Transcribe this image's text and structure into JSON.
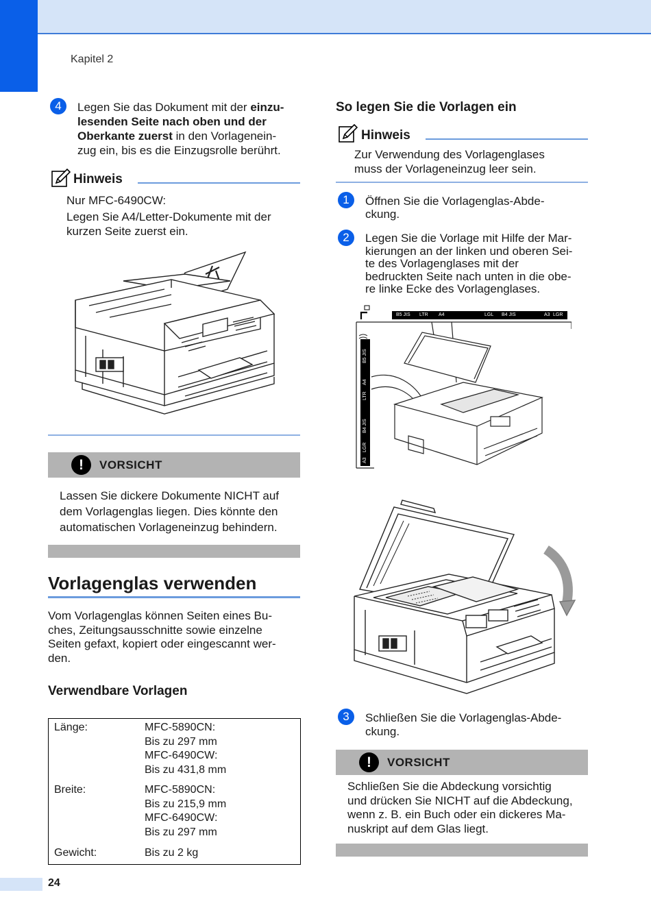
{
  "header": {
    "chapter": "Kapitel 2"
  },
  "left": {
    "step4": {
      "number": "4",
      "t1": "Legen Sie das Dokument mit der ",
      "b1": "einzu-",
      "b2": "lesenden Seite nach oben und der",
      "b3": "Oberkante zuerst",
      "t2": " in den Vorlagenein-",
      "t3": "zug ein, bis es die Einzugsrolle berührt."
    },
    "hint": {
      "title": "Hinweis",
      "line1": "Nur MFC-6490CW:",
      "line2": "Legen Sie A4/Letter-Dokumente mit der",
      "line3": "kurzen Seite zuerst ein."
    },
    "caution": {
      "label": "VORSICHT",
      "l1": "Lassen Sie dickere Dokumente NICHT auf",
      "l2": "dem Vorlagenglas liegen. Dies könnte den",
      "l3": "automatischen Vorlageneinzug behindern."
    },
    "section_title": "Vorlagenglas verwenden",
    "section_p": {
      "l1": "Vom Vorlagenglas können Seiten eines Bu-",
      "l2": "ches, Zeitungsausschnitte sowie einzelne",
      "l3": "Seiten gefaxt, kopiert oder eingescannt wer-",
      "l4": "den."
    },
    "usable_title": "Verwendbare Vorlagen",
    "table": [
      {
        "key": "Länge:",
        "v1": "MFC-5890CN:",
        "v2": "Bis zu 297 mm",
        "v3": "MFC-6490CW:",
        "v4": "Bis zu 431,8 mm"
      },
      {
        "key": "Breite:",
        "v1": "MFC-5890CN:",
        "v2": "Bis zu 215,9 mm",
        "v3": "MFC-6490CW:",
        "v4": "Bis zu 297 mm"
      },
      {
        "key": "Gewicht:",
        "v1": "Bis zu 2 kg"
      }
    ]
  },
  "right": {
    "title": "So legen Sie die Vorlagen ein",
    "hint": {
      "title": "Hinweis",
      "l1": "Zur Verwendung des Vorlagenglases",
      "l2": "muss der Vorlageneinzug leer sein."
    },
    "step1": {
      "number": "1",
      "l1": "Öffnen Sie die Vorlagenglas-Abde-",
      "l2": "ckung."
    },
    "step2": {
      "number": "2",
      "l1": "Legen Sie die Vorlage mit Hilfe der Mar-",
      "l2": "kierungen an der linken und oberen Sei-",
      "l3": "te des Vorlagenglases mit der",
      "l4": "bedruckten Seite nach unten in die obe-",
      "l5": "re linke Ecke des Vorlagenglases."
    },
    "ruler": {
      "top": {
        "b5": "B5 JIS",
        "ltr": "LTR",
        "a4": "A4",
        "lgl": "LGL",
        "b4": "B4 JIS",
        "a3": "A3",
        "ledger": "LGR"
      },
      "side": {
        "b5": "B5 JIS",
        "a4": "A4",
        "ltr": "LTR",
        "b4": "B4 JIS",
        "ledger": "LGR",
        "a3": "A3"
      }
    },
    "step3": {
      "number": "3",
      "l1": "Schließen Sie die Vorlagenglas-Abde-",
      "l2": "ckung."
    },
    "caution": {
      "label": "VORSICHT",
      "l1": "Schließen Sie die Abdeckung vorsichtig",
      "l2": "und drücken Sie NICHT auf die Abdeckung,",
      "l3": "wenn z. B. ein Buch oder ein dickeres Ma-",
      "l4": "nuskript auf dem Glas liegt."
    }
  },
  "footer": {
    "page": "24"
  }
}
